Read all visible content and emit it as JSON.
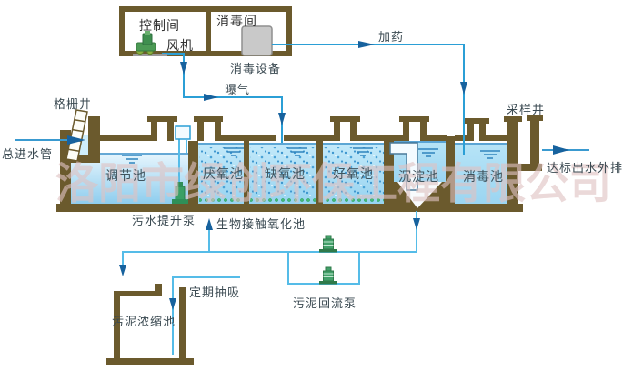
{
  "watermark": "洛阳市绿创环保工程有限公司",
  "building": {
    "control_room": "控制间",
    "fan": "风机",
    "disinfection_room": "消毒间",
    "equipment": "消毒设备"
  },
  "flows": {
    "inlet": "总进水管",
    "aeration": "曝气",
    "dosing": "加药",
    "outlet": "达标出水外排",
    "suction": "定期抽吸"
  },
  "tanks": {
    "grid_well": "格栅井",
    "regulation": "调节池",
    "anaerobic": "厌氧池",
    "anoxic": "缺氧池",
    "aerobic": "好氧池",
    "bio_contact": "生物接触氧化池",
    "sedimentation": "沉淀池",
    "disinfection": "消毒池",
    "sampling_well": "采样井",
    "sludge_thickener": "污泥浓缩池"
  },
  "equipment_labels": {
    "lift_pump": "污水提升泵",
    "sludge_return_pump": "污泥回流泵"
  },
  "colors": {
    "wall_brown": "#6b5a2d",
    "water_light": "#c9ecfa",
    "water_deep": "#96d2ef",
    "pipe_blue": "#2b9fd6",
    "pipe_light_blue": "#55bce8",
    "arrow_navy": "#17629e",
    "pump_green": "#43a06a",
    "diffuser_green": "#21a355",
    "equipment_gray": "#c9c9c9",
    "watermark_pink": "#e2cccc"
  }
}
